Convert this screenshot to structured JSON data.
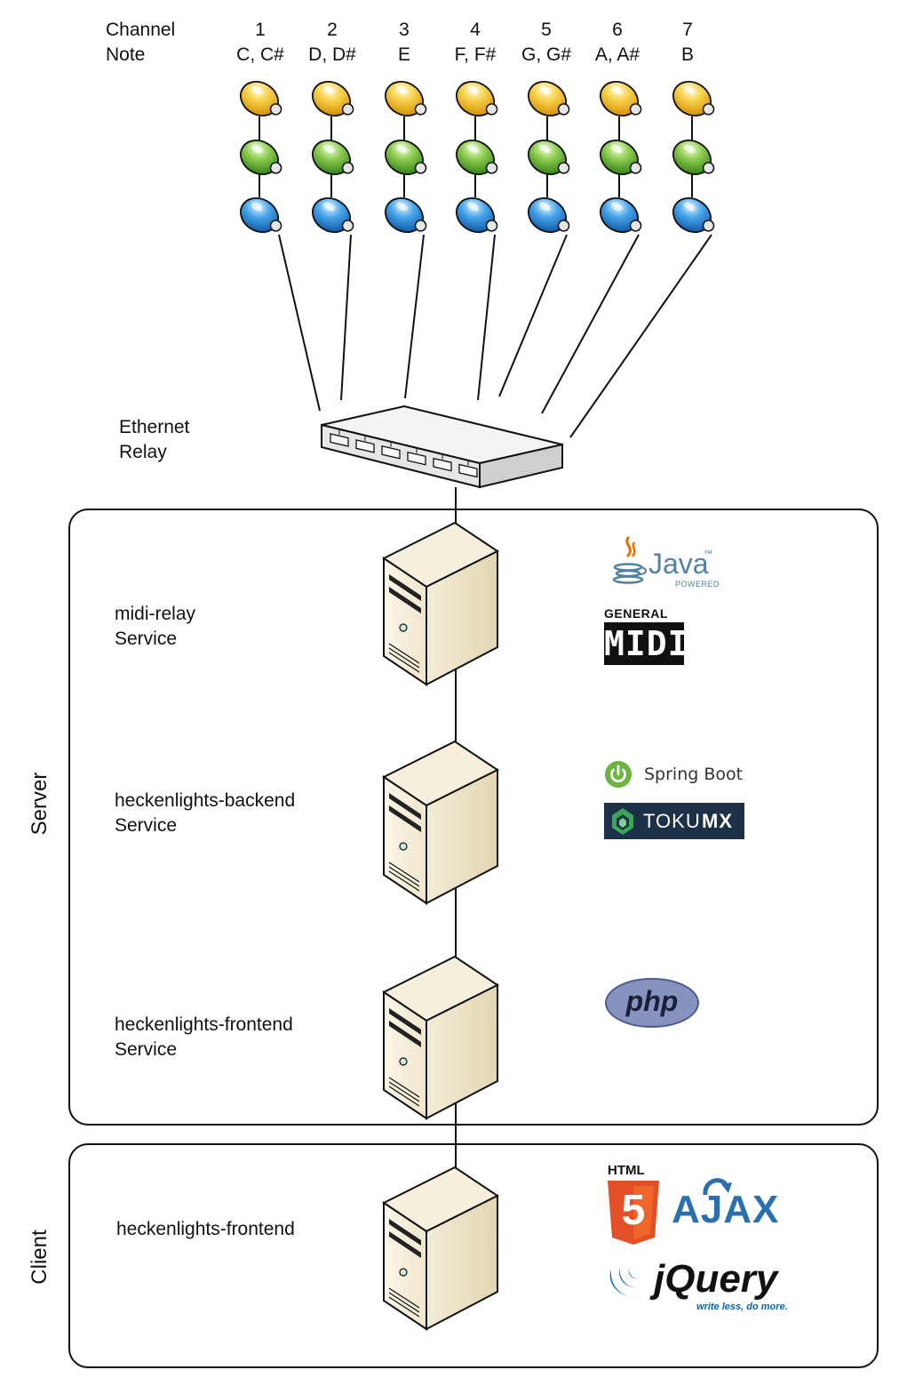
{
  "header": {
    "channel_label": "Channel",
    "note_label": "Note"
  },
  "channels": [
    {
      "number": "1",
      "notes": "C, C#"
    },
    {
      "number": "2",
      "notes": "D, D#"
    },
    {
      "number": "3",
      "notes": "E"
    },
    {
      "number": "4",
      "notes": "F, F#"
    },
    {
      "number": "5",
      "notes": "G, G#"
    },
    {
      "number": "6",
      "notes": "A, A#"
    },
    {
      "number": "7",
      "notes": "B"
    }
  ],
  "bulb_colors": [
    "#f3c21b",
    "#72b735",
    "#2f8ed8"
  ],
  "relay": {
    "line1": "Ethernet",
    "line2": "Relay"
  },
  "groups": {
    "server_label": "Server",
    "client_label": "Client"
  },
  "services": [
    {
      "line1": "midi-relay",
      "line2": "Service"
    },
    {
      "line1": "heckenlights-backend",
      "line2": "Service"
    },
    {
      "line1": "heckenlights-frontend",
      "line2": "Service"
    },
    {
      "line1": "heckenlights-frontend",
      "line2": ""
    }
  ],
  "logos": {
    "java": {
      "text": "Java",
      "sub": "POWERED",
      "tm": "™"
    },
    "midi": {
      "top": "GENERAL",
      "main": "MIDI"
    },
    "spring": {
      "text": "Spring Boot"
    },
    "tokumx": {
      "text1": "TOKU",
      "text2": "MX"
    },
    "php": {
      "text": "php"
    },
    "html5": {
      "top": "HTML",
      "num": "5"
    },
    "ajax": {
      "text": "AJAX"
    },
    "jquery": {
      "text": "jQuery",
      "tagline": "write less, do more."
    }
  }
}
